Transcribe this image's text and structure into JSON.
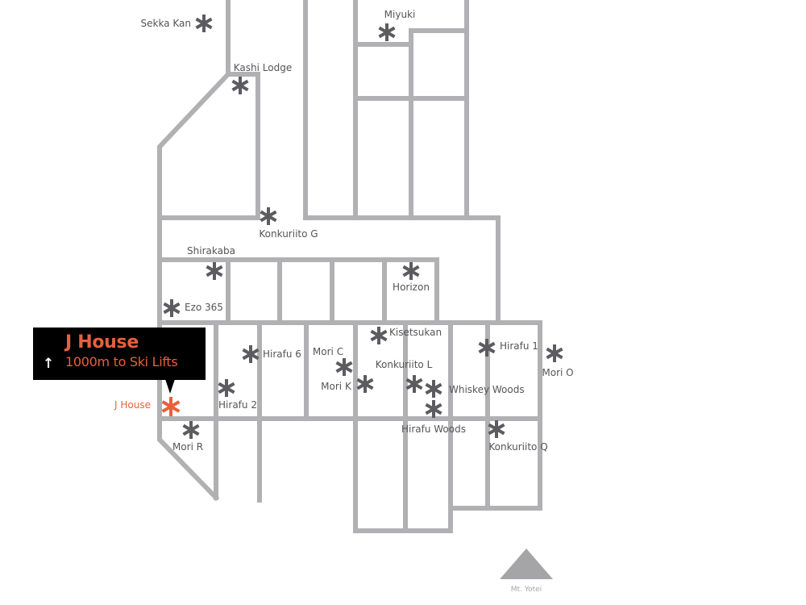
{
  "colors": {
    "road": "#b1b1b3",
    "marker": "#5c5c60",
    "label": "#555558",
    "highlight": "#e8603c",
    "callout_bg": "#000000",
    "landmark": "#a5a5a8"
  },
  "callout": {
    "title": "J House",
    "distance_text": "1000m to Ski Lifts",
    "arrow_icon": "up-arrow-icon"
  },
  "highlight_property": {
    "name": "J House"
  },
  "landmark": {
    "name": "Mt. Yotei",
    "icon": "mountain-icon"
  },
  "properties": [
    {
      "id": "sekka-kan",
      "name": "Sekka Kan"
    },
    {
      "id": "miyuki",
      "name": "Miyuki"
    },
    {
      "id": "kashi-lodge",
      "name": "Kashi Lodge"
    },
    {
      "id": "konkuriito-g",
      "name": "Konkuriito G"
    },
    {
      "id": "shirakaba",
      "name": "Shirakaba"
    },
    {
      "id": "horizon",
      "name": "Horizon"
    },
    {
      "id": "ezo-365",
      "name": "Ezo 365"
    },
    {
      "id": "kisetsukan",
      "name": "Kisetsukan"
    },
    {
      "id": "hirafu-1",
      "name": "Hirafu 1"
    },
    {
      "id": "mori-o",
      "name": "Mori O"
    },
    {
      "id": "hirafu-6",
      "name": "Hirafu 6"
    },
    {
      "id": "mori-c",
      "name": "Mori C"
    },
    {
      "id": "konkuriito-l",
      "name": "Konkuriito L"
    },
    {
      "id": "mori-k",
      "name": "Mori K"
    },
    {
      "id": "whiskey-woods",
      "name": "Whiskey Woods"
    },
    {
      "id": "hirafu-2",
      "name": "Hirafu 2"
    },
    {
      "id": "hirafu-woods",
      "name": "Hirafu Woods"
    },
    {
      "id": "mori-r",
      "name": "Mori R"
    },
    {
      "id": "konkuriito-q",
      "name": "Konkuriito Q"
    }
  ]
}
